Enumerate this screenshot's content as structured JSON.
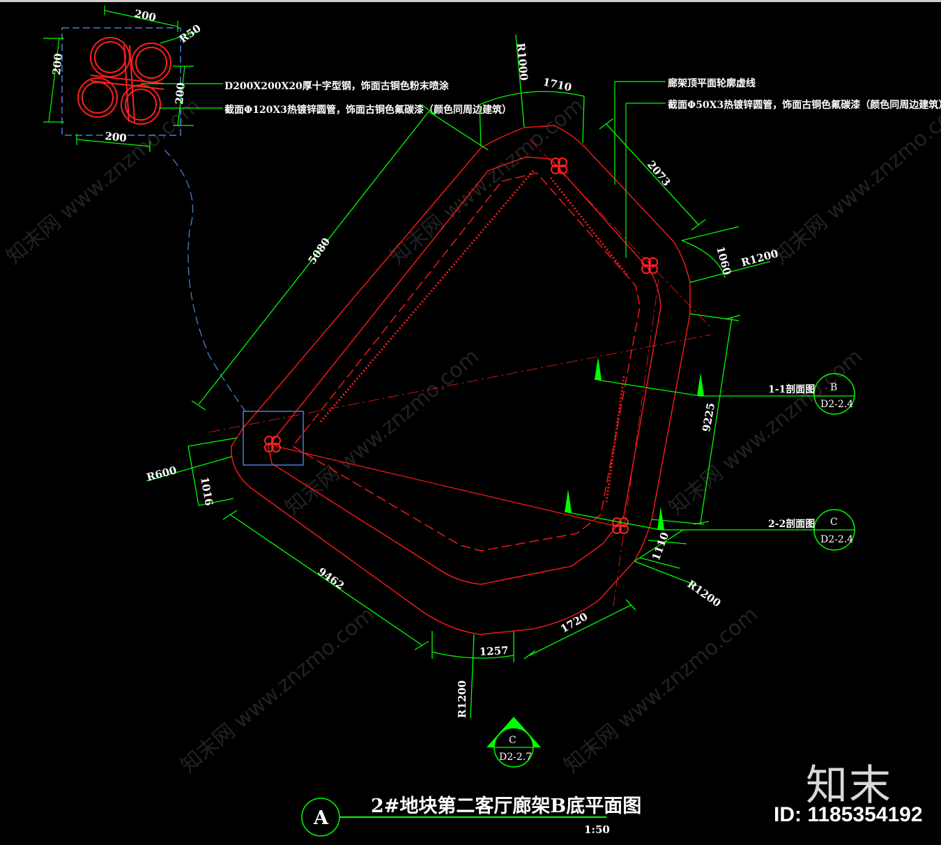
{
  "drawing": {
    "title": "2#地块第二客厅廊架B底平面图",
    "scale": "1:50",
    "view_marker": "A",
    "colors": {
      "dimension": "#00ff00",
      "outline": "#ff0000",
      "background": "#000000",
      "text": "#ffffff",
      "leader": "#3399ff"
    }
  },
  "detail": {
    "dims": [
      "200",
      "R50",
      "200",
      "200",
      "200"
    ],
    "note_cross_steel": "D200X200X20厚十字型钢，饰面古铜色粉末喷涂",
    "note_round_tube": "截面Φ120X3热镀锌圆管，饰面古铜色氟碳漆（颜色同周边建筑）"
  },
  "notes": {
    "roof_outline": "廊架顶平面轮廓虚线",
    "square_tube": "截面Φ50X3热镀锌圆管，饰面古铜色氟碳漆（颜色同周边建筑）"
  },
  "dimensions": {
    "r1000": "R1000",
    "arc1710": "1710",
    "len5080": "5080",
    "len2073": "2073",
    "arc1060": "1060",
    "r1200_top": "R1200",
    "len9225": "9225",
    "r600": "R600",
    "arc1016": "1016",
    "len9462": "9462",
    "arc1110": "1110",
    "r1200_right": "R1200",
    "len1720": "1720",
    "arc1257": "1257",
    "r1200_bottom": "R1200"
  },
  "sections": [
    {
      "label": "1-1剖面图",
      "id": "B",
      "sheet": "D2-2.4"
    },
    {
      "label": "2-2剖面图",
      "id": "C",
      "sheet": "D2-2.4"
    }
  ],
  "bottom_marker": {
    "id": "C",
    "sheet": "D2-2.7"
  },
  "watermark": {
    "text": "知末网 www.znzmo.com",
    "logo": "知末",
    "image_id": "ID: 1185354192"
  }
}
